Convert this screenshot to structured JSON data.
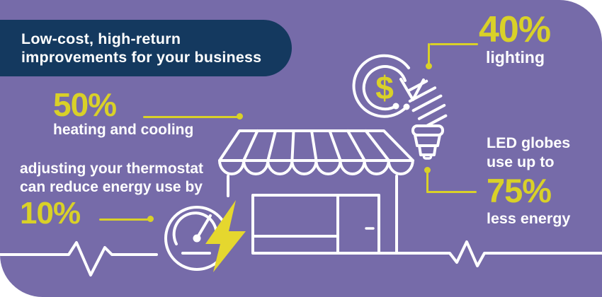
{
  "colors": {
    "background": "#766BA9",
    "banner": "#14395F",
    "accent_yellow": "#D9D128",
    "bolt_yellow": "#E5D72E",
    "line_white": "#FFFFFF"
  },
  "banner": {
    "line1": "Low-cost, high-return",
    "line2": "improvements for your business"
  },
  "stats": {
    "heating": {
      "value": "50%",
      "label": "heating and cooling"
    },
    "thermostat": {
      "line1": "adjusting your thermostat",
      "line2": "can reduce energy use by",
      "value": "10%"
    },
    "lighting": {
      "value": "40%",
      "label": "lighting"
    },
    "led": {
      "line1": "LED globes",
      "line2": "use up to",
      "value": "75%",
      "label": "less energy"
    }
  },
  "icons": {
    "dollar_symbol": "$"
  }
}
